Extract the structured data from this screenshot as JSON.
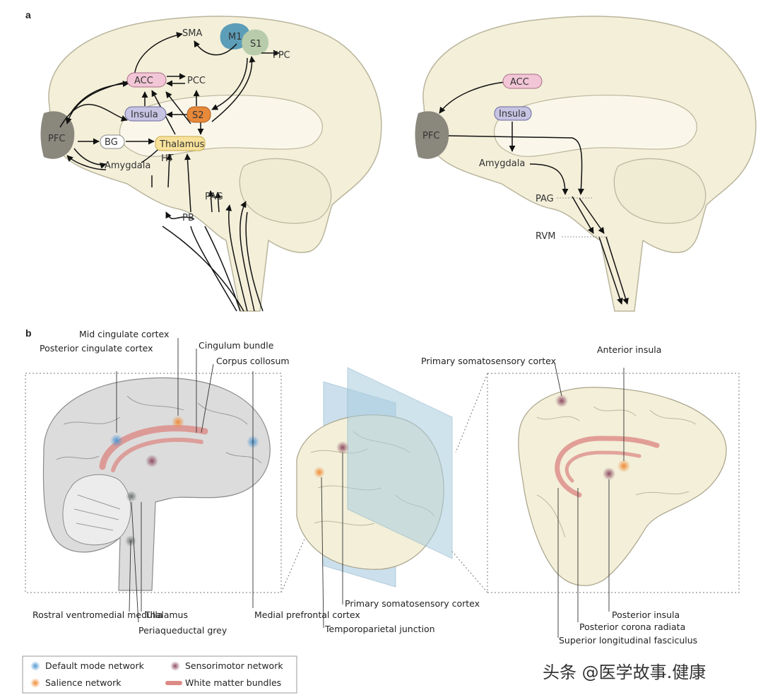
{
  "panel_a": {
    "letter": "a",
    "left_brain": {
      "nodes": {
        "SMA": "SMA",
        "M1": "M1",
        "S1": "S1",
        "PPC": "PPC",
        "ACC": "ACC",
        "PCC": "PCC",
        "Insula": "Insula",
        "S2": "S2",
        "PFC": "PFC",
        "BG": "BG",
        "Thalamus": "Thalamus",
        "HT": "HT",
        "Amygdala": "Amygdala",
        "PAG": "PAG",
        "PB": "PB"
      }
    },
    "right_brain": {
      "nodes": {
        "ACC": "ACC",
        "Insula": "Insula",
        "PFC": "PFC",
        "Amygdala": "Amygdala",
        "PAG": "PAG",
        "RVM": "RVM"
      }
    }
  },
  "panel_b": {
    "letter": "b",
    "labels": {
      "mid_cingulate": "Mid cingulate cortex",
      "posterior_cingulate": "Posterior cingulate cortex",
      "cingulum_bundle": "Cingulum bundle",
      "corpus_callosum": "Corpus collosum",
      "primary_somatosensory_top": "Primary somatosensory cortex",
      "anterior_insula": "Anterior insula",
      "rostral_ventromedial": "Rostral ventromedial medulla",
      "thalamus": "Thalamus",
      "periaqueductal": "Periaqueductal grey",
      "medial_prefrontal": "Medial prefrontal cortex",
      "primary_somatosensory_mid": "Primary somatosensory cortex",
      "temporoparietal": "Temporoparietal junction",
      "posterior_insula": "Posterior insula",
      "posterior_corona": "Posterior corona radiata",
      "superior_longitudinal": "Superior longitudinal fasciculus"
    },
    "legend": [
      {
        "label": "Default mode network",
        "color": "#4f95d0",
        "kind": "dot"
      },
      {
        "label": "Salience network",
        "color": "#ef8a35",
        "kind": "dot"
      },
      {
        "label": "Sensorimotor network",
        "color": "#8d4b63",
        "kind": "dot"
      },
      {
        "label": "White matter bundles",
        "color": "#dc8a84",
        "kind": "bar"
      }
    ]
  },
  "watermark": "头条 @医学故事.健康",
  "colors": {
    "brain_fill": "#f3efd9",
    "brain_stroke": "#b9b59c",
    "ACC": "#f2c6d6",
    "Insula": "#c6c3e3",
    "S2": "#e7893a",
    "Thalamus": "#f8e29b",
    "M1": "#5c9db8",
    "S1": "#b8ccab",
    "PFC": "#8a877d",
    "gray_brain": "#dcdcdc"
  }
}
